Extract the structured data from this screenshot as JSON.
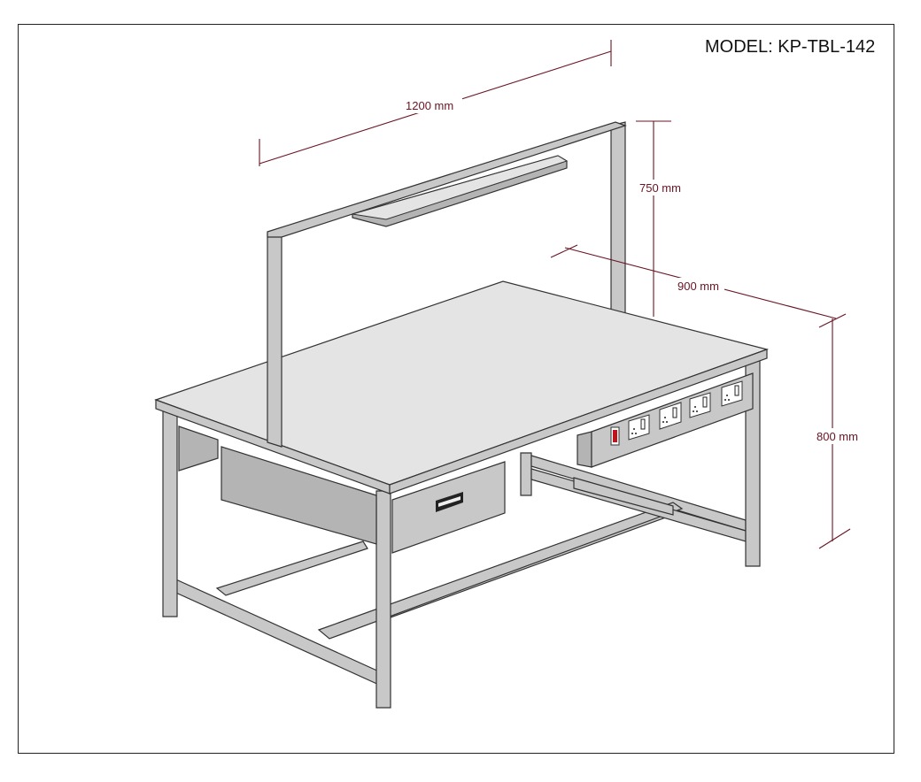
{
  "model_label": "MODEL: KP-TBL-142",
  "dimensions": {
    "width": "1200 mm",
    "overhead_height": "750 mm",
    "depth": "900 mm",
    "table_height": "800 mm"
  },
  "colors": {
    "dimension": "#6a1424",
    "switch": "#c0141c",
    "metal": "#c8c8c8"
  }
}
